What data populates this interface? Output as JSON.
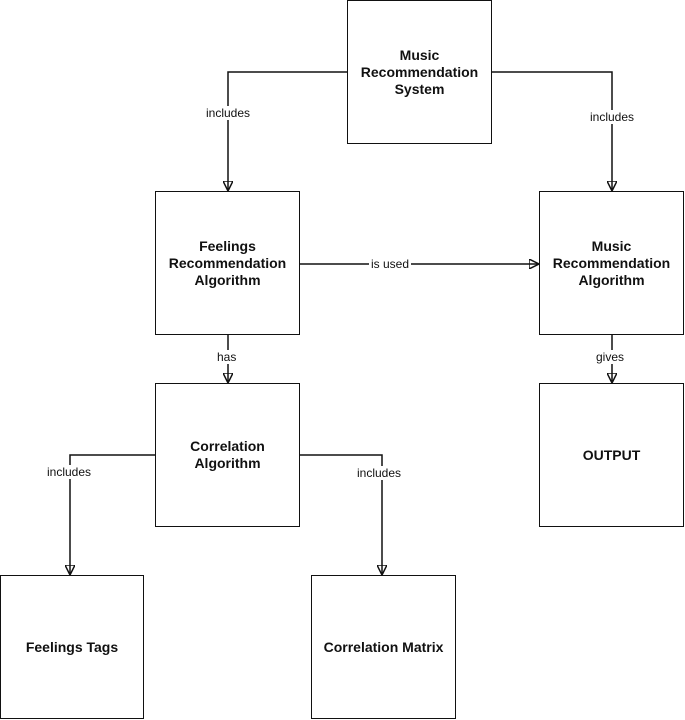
{
  "nodes": {
    "music_system": "Music\nRecommendation\nSystem",
    "feelings_algorithm": "Feelings\nRecommendation\nAlgorithm",
    "music_algorithm": "Music\nRecommendation\nAlgorithm",
    "correlation_algorithm": "Correlation\nAlgorithm",
    "output": "OUTPUT",
    "feelings_tags": "Feelings Tags",
    "correlation_matrix": "Correlation Matrix"
  },
  "edges": {
    "system_to_feelings": "includes",
    "system_to_music": "includes",
    "feelings_to_music": "is used",
    "feelings_to_correlation": "has",
    "music_to_output": "gives",
    "correlation_to_tags": "includes",
    "correlation_to_matrix": "includes"
  }
}
